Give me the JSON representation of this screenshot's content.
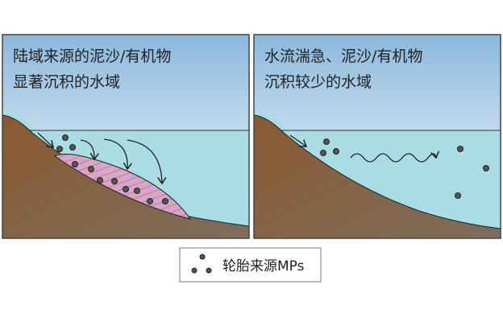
{
  "left_panel": {
    "line1": "陆域来源的泥沙/有机物",
    "line2": "显著沉积的水域"
  },
  "right_panel": {
    "line1": "水流湍急、泥沙/有机物",
    "line2": "沉积较少的水域"
  },
  "legend": {
    "label": "轮胎来源MPs",
    "icon": "tire-mp-dots-icon"
  },
  "colors": {
    "water": "#a9dde3",
    "land": "#8a6443",
    "sediment": "#cfa8d6",
    "stripe": "#e8826b",
    "particle": "#555555",
    "sky_top": "#8bb8dc"
  }
}
